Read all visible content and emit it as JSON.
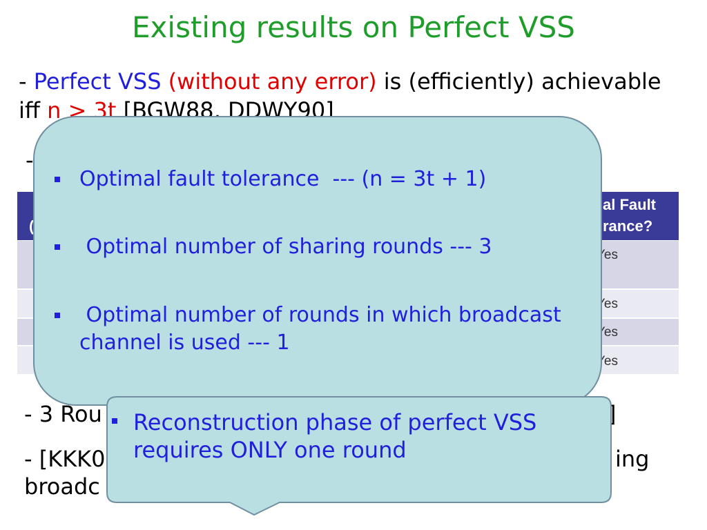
{
  "slide": {
    "title": "Existing results on Perfect VSS",
    "intro_line1": {
      "dash": "- ",
      "term": "Perfect VSS",
      "qualifier": " (without any error)",
      "rest": " is (efficiently) achievable"
    },
    "intro_line2": {
      "iff": "iff ",
      "condition": "n > 3t",
      "references": " [BGW88, DDWY90]"
    },
    "hidden_line_dash": "-",
    "table": {
      "header_left_fragment": "(",
      "header_right_fragment": [
        "al Fault",
        "rance?"
      ],
      "rows": [
        {
          "last_column": "Yes"
        },
        {
          "last_column": "Yes"
        },
        {
          "last_column": "Yes"
        },
        {
          "last_column": "Yes"
        }
      ]
    },
    "lower_lines": {
      "line1_left": "- 3 Rou",
      "line1_right": "]",
      "line2_left": "- [KKK0",
      "line2_right": "ing",
      "line3_left": "broadc"
    }
  },
  "main_callout": {
    "bullets": [
      "Optimal fault tolerance  --- (n = 3t + 1)",
      " Optimal number of sharing rounds --- 3",
      " Optimal number of rounds in which broadcast channel is used --- 1"
    ]
  },
  "reconstruction_callout": {
    "bullets": [
      "Reconstruction phase of perfect VSS requires ONLY one round"
    ]
  },
  "colors": {
    "title_green": "#1f9d2a",
    "text_blue": "#1f1fdc",
    "text_red": "#e00000",
    "text_black": "#000000",
    "table_header_bg": "#3a3a98",
    "table_row_dark": "#d6d6e7",
    "table_row_light": "#eaeaf2",
    "table_text": "#333333",
    "callout_fill": "#badfe3",
    "callout_border": "#6f8fa0"
  }
}
